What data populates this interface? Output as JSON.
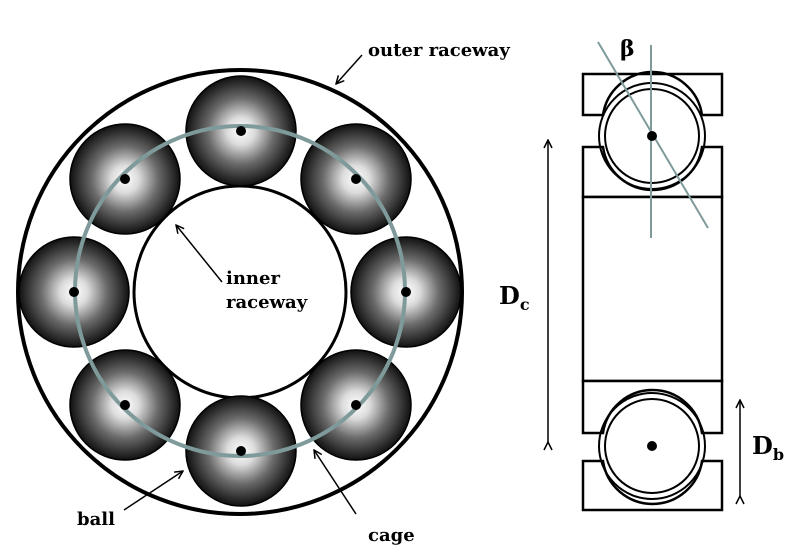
{
  "labels": {
    "outer_raceway": "outer raceway",
    "inner_raceway_line1": "inner",
    "inner_raceway_line2": "raceway",
    "ball": "ball",
    "cage": "cage",
    "beta": "β",
    "dc_main": "D",
    "dc_sub": "c",
    "db_main": "D",
    "db_sub": "b"
  },
  "colors": {
    "stroke": "#000000",
    "cage": "#7f9a9a",
    "ball_dark": "#111111",
    "ball_light": "#ffffff"
  }
}
